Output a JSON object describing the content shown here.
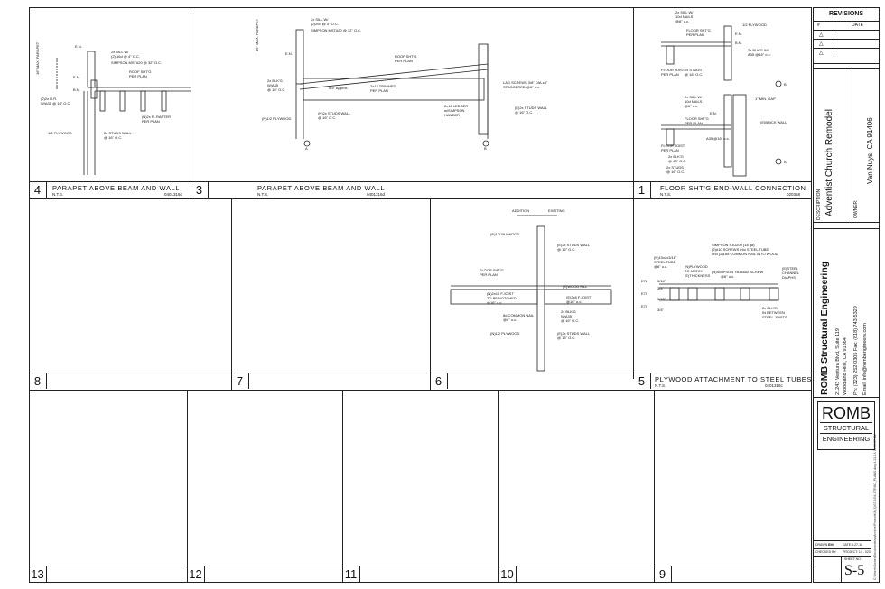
{
  "details": {
    "d4": {
      "number": "4",
      "title": "PARAPET ABOVE BEAM AND WALL",
      "scale": "N.T.S.",
      "ref": "0401316c"
    },
    "d3": {
      "number": "3",
      "title": "PARAPET ABOVE BEAM AND WALL",
      "scale": "N.T.S.",
      "ref": "0401316d"
    },
    "d1": {
      "number": "1",
      "title": "FLOOR SHT'G END-WALL CONNECTION",
      "scale": "N.T.S.",
      "ref": "020358"
    },
    "d8": {
      "number": "8"
    },
    "d7": {
      "number": "7"
    },
    "d6": {
      "number": "6"
    },
    "d5": {
      "number": "5",
      "title": "PLYWOOD ATTACHMENT TO STEEL TUBES",
      "scale": "N.T.S.",
      "ref": "0401316c"
    },
    "d13": {
      "number": "13"
    },
    "d12": {
      "number": "12"
    },
    "d11": {
      "number": "11"
    },
    "d10": {
      "number": "10"
    },
    "d9": {
      "number": "9"
    }
  },
  "notes": {
    "d4": [
      "E.N.",
      "16\" MAX. PARAPET",
      "2x SILL W/",
      "(2) 16d @ 4\" O.C.",
      "SIMPSON MST#20 @ 32\" O.C.",
      "ROOF SHT'G",
      "PER PLAN",
      "E.N.",
      "B.N.",
      "(2)2x R.R.",
      "W/A35 @ 16\" O.C.",
      "(N)2x R. RAFTER",
      "PER PLAN",
      "1/2 PLYWOOD",
      "2x STUDS WALL",
      "@ 16\" O.C."
    ],
    "d3": [
      "2x SILL W/",
      "(2)20d @ 4\" O.C.",
      "SIMPSON MST#20 @ 32\" O.C.",
      "16\" MAX. PARAPET",
      "E.N.",
      "ROOF SHT'G",
      "PER PLAN",
      "2x BLK'G",
      "W/A35",
      "@ 16\" O.C.",
      "5.5\" Approx.",
      "2x12 TRIMMED",
      "PER PLAN",
      "LAG SCREWS 3/8\" DIA.x4\"",
      "STAGGERED @6\" o.c.",
      "2x12 LEDGER",
      "w/SIMPSON",
      "HANGER",
      "(E)2x STUDS WALL",
      "@ 16\" O.C.",
      "(N)1/2 PLYWOOD",
      "(N)2x STUDS WALL",
      "@ 16\" O.C.",
      "A",
      "B"
    ],
    "d1": [
      "2x SILL W/",
      "10d NAILS",
      "@6\" o.c.",
      "1/2 PLYWOOD",
      "FLOOR SHT'G",
      "PER PLAN",
      "E.N.",
      "B.N.",
      "2x BLK'G W/",
      "A35 @16\" o.c.",
      "FLOOR JOIST",
      "PER PLAN",
      "2x STUDS",
      "@ 16\" O.C.",
      "B",
      "2x SILL W/",
      "10d NAILS",
      "@6\" o.c.",
      "1\" MIN. GAP",
      "E.N.",
      "FLOOR SHT'G",
      "PER PLAN",
      "(E)BRICK WALL",
      "A35 @16\" o.c.",
      "FLOOR JOIST",
      "PER PLAN",
      "2x BLK'G",
      "@ 48\" O.C.",
      "2x STUDS",
      "@ 16\" O.C.",
      "A"
    ],
    "d6": [
      "ADDITION",
      "EXISTING",
      "(N)1/2 PLYWOOD",
      "(E)2x STUDS WALL",
      "@ 16\" O.C.",
      "FLOOR SHT'G",
      "PER PLAN",
      "(E)WOOD FILL",
      "(N)2x10 F.JOIST",
      "TO BE NOTCHED",
      "@16\" o.c.",
      "(E)2x8 F.JOIST",
      "@16\" o.c.",
      "8d COMMON NAIL",
      "@6\" o.c.",
      "2x BLK'G",
      "W/A35",
      "@ 16\" O.C.",
      "(N)1/2 PLYWOOD",
      "(E)2x STUDS WALL",
      "@ 16\" O.C."
    ],
    "d5": [
      "SIMPSON SJU200 (18 ga)",
      "(2)#10 SCREWS into STEEL TUBE",
      "and (2)16d COMMON NAIL INTO WOOD",
      "(N)10x2x3/16\"",
      "STEEL TUBE",
      "@6\" o.c.",
      "(N)PLYWOOD",
      "TO MATCH",
      "(E)THICKNESS",
      "(N)SIMPSON TB14602 SCREW",
      "@6\" o.c.",
      "(E)STEEL",
      "CHANNEL",
      "DIAPHS",
      "2x BLK'G",
      "IN BETWEEN",
      "STEEL JOISTS",
      "E72",
      "E70",
      "E70",
      "3/16\"",
      "3/4\"",
      "3/16\"",
      "3/4\""
    ]
  },
  "title_block": {
    "revisions_header": "REVISIONS",
    "rev_cols": [
      "#",
      "DATE"
    ],
    "rev_marks": [
      "1",
      "2",
      "3"
    ],
    "description_label": "DESCRIPTION:",
    "project": "Adventist Church Remodel",
    "address": "Van Nuys, CA 91406",
    "owner_label": "OWNER:",
    "firm_name": "ROMB Structural Engineering",
    "firm_address_1": "21243 Ventura Blvd, Suite 119",
    "firm_address_2": "Woodland Hills, CA 91364",
    "firm_phone": "Ph: (323) 252-0305    Fax: (818) 743-5329",
    "firm_email": "Email: info@rombengineers.com",
    "logo_big": "ROMB",
    "logo_line1": "STRUCTURAL",
    "logo_line2": "ENGINEERING",
    "drawn_by_label": "DRAWN BY:",
    "drawn_by": "D.M.",
    "date_label": "DATE:",
    "date": "5-27-16",
    "checked_label": "CHECKED BY:",
    "project_label": "PROJECT: 14 - 023",
    "sheet_label": "SHEET NO.",
    "sheet_no": "S-5"
  },
  "file_path": "C:\\Users\\Owner\\Documents\\vsArchive\\Projects\\3-(4)\\07-16\\4-STRUC_PLANS.dwg 4-21-14 11:30:09 AM"
}
